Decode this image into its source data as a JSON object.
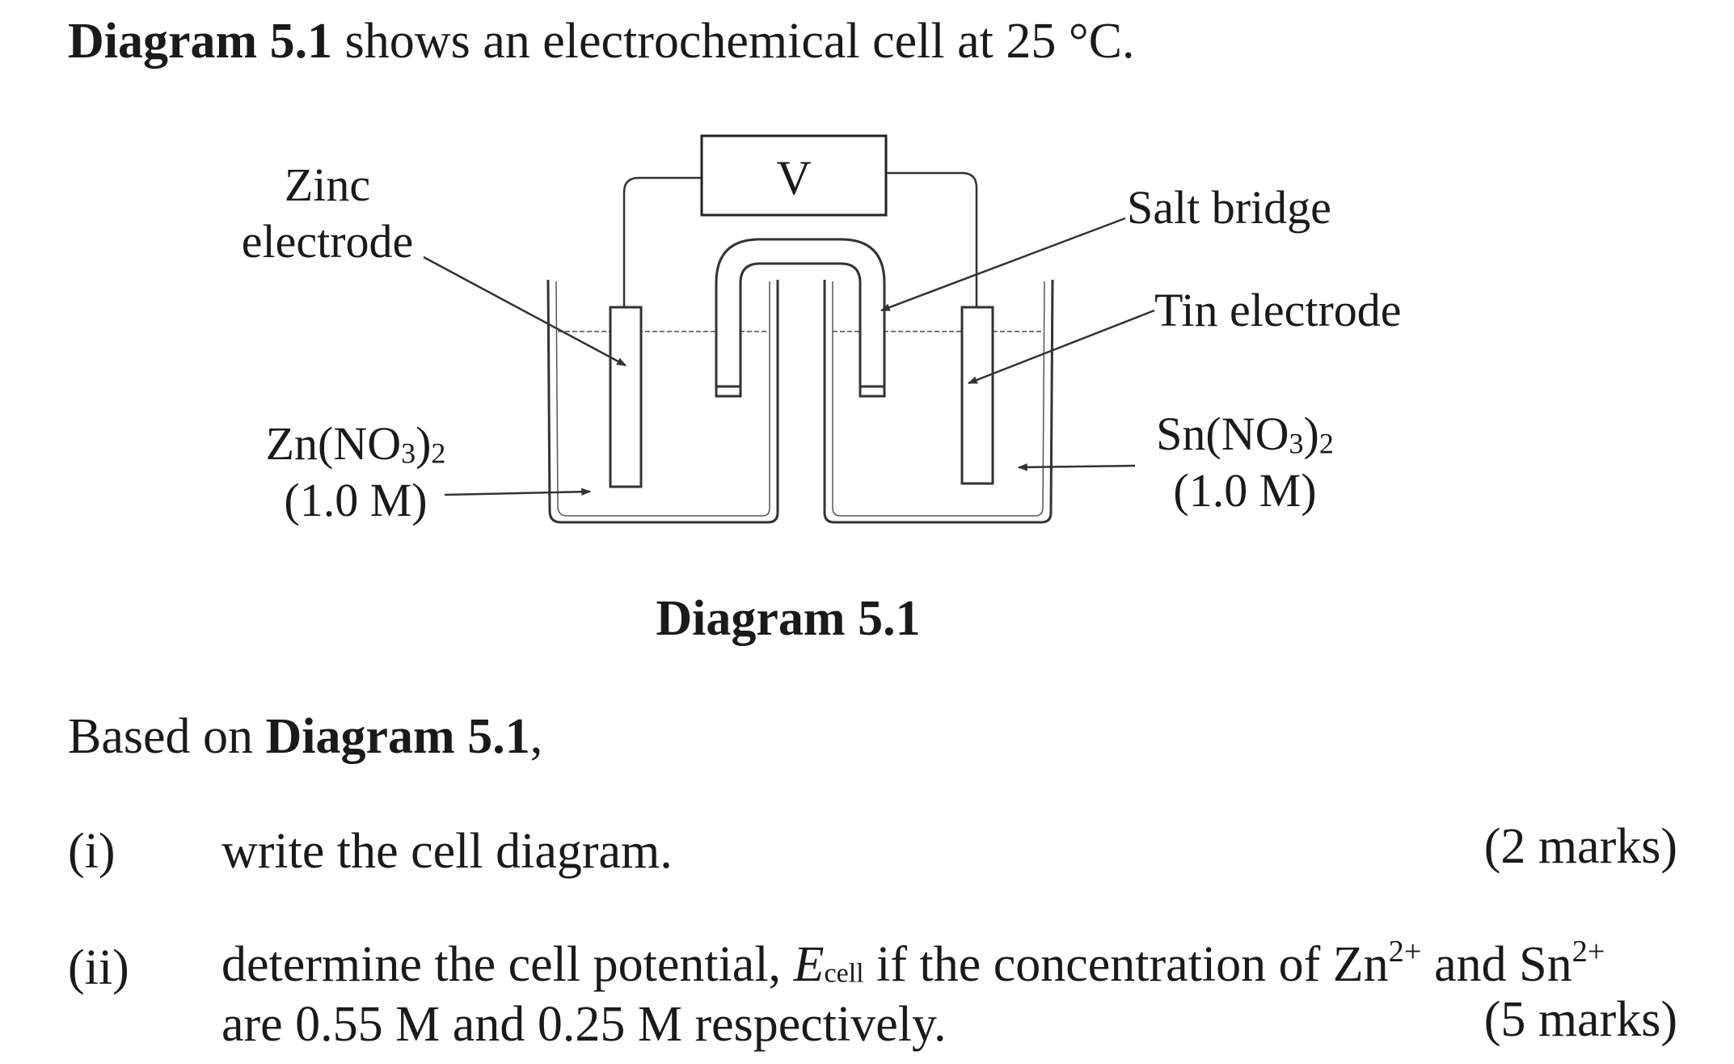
{
  "intro": {
    "bold": "Diagram 5.1",
    "rest": " shows an electrochemical cell at 25 °C."
  },
  "diagram": {
    "voltmeter": "V",
    "labels": {
      "zinc_line1": "Zinc",
      "zinc_line2": "electrode",
      "salt_bridge": "Salt bridge",
      "tin": "Tin electrode",
      "zn_solution_prefix": "Zn(NO",
      "zn_solution_sub1": "3",
      "zn_solution_mid": ")",
      "zn_solution_sub2": "2",
      "zn_conc": "(1.0 M)",
      "sn_solution_prefix": "Sn(NO",
      "sn_solution_sub1": "3",
      "sn_solution_mid": ")",
      "sn_solution_sub2": "2",
      "sn_conc": "(1.0 M)"
    },
    "caption": "Diagram 5.1"
  },
  "based_on": {
    "prefix": "Based on ",
    "bold": "Diagram 5.1",
    "suffix": ","
  },
  "questions": [
    {
      "number": "(i)",
      "text": "write the cell diagram.",
      "marks": "(2 marks)"
    },
    {
      "number": "(ii)",
      "text_a": "determine the cell potential, ",
      "ecell_E": "E",
      "ecell_sub": "cell",
      "text_b": " if the concentration of Zn",
      "zn_charge": "2+",
      "text_c": " and Sn",
      "sn_charge": "2+",
      "line2": "are 0.55 M and 0.25 M respectively.",
      "marks": "(5 marks)"
    }
  ]
}
